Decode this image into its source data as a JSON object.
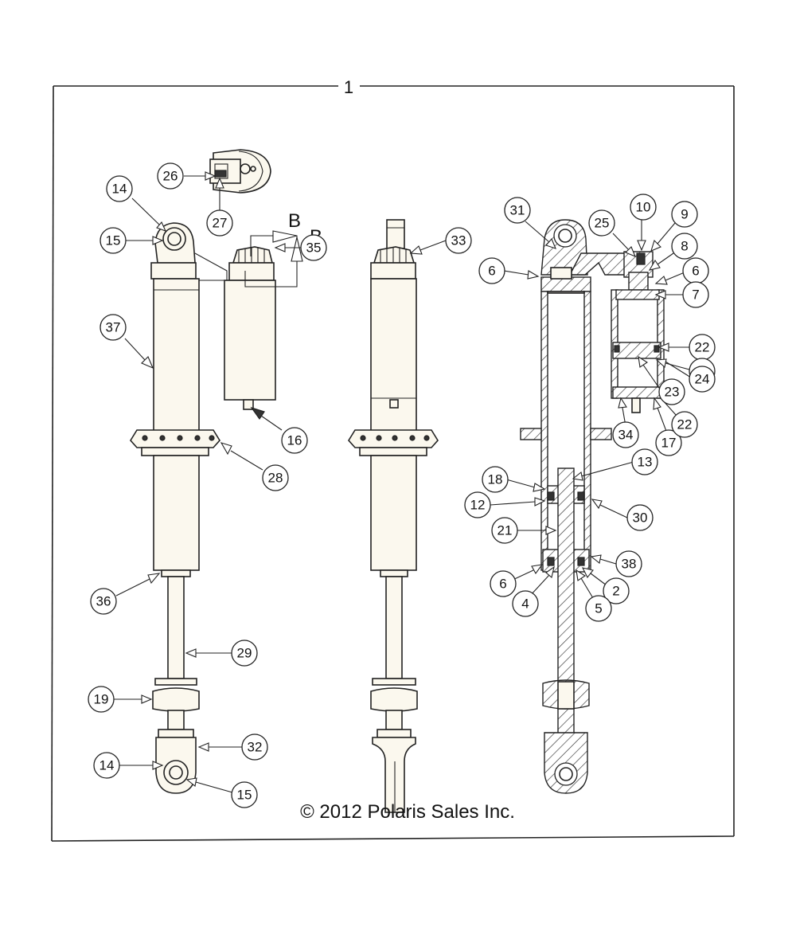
{
  "assembly_label": "1",
  "section_label": "B",
  "copyright": "© 2012 Polaris Sales Inc.",
  "callouts": {
    "c26": "26",
    "c27": "27",
    "c14a": "14",
    "c15a": "15",
    "c37": "37",
    "c35": "35",
    "c16": "16",
    "c28": "28",
    "c36": "36",
    "c29": "29",
    "c19": "19",
    "c32": "32",
    "c14b": "14",
    "c15b": "15",
    "c33": "33",
    "c31": "31",
    "c25": "25",
    "c10": "10",
    "c9": "9",
    "c8": "8",
    "c6a": "6",
    "c6b": "6",
    "c7": "7",
    "c22a": "22",
    "c11": "11",
    "c24": "24",
    "c23": "23",
    "c34": "34",
    "c17": "17",
    "c22b": "22",
    "c13": "13",
    "c18": "18",
    "c12": "12",
    "c30": "30",
    "c21": "21",
    "c38": "38",
    "c6c": "6",
    "c4": "4",
    "c2": "2",
    "c5": "5"
  }
}
